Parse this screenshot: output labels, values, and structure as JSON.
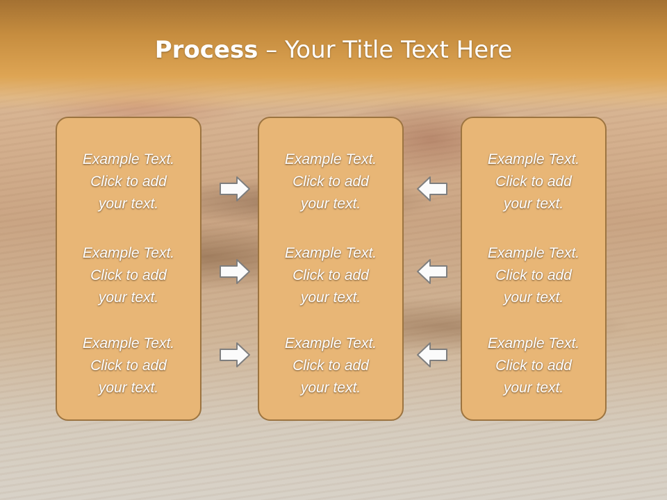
{
  "title": {
    "bold": "Process",
    "rest": " – Your Title Text Here"
  },
  "columns": [
    {
      "items": [
        [
          "Example Text.",
          "Click  to add",
          "your text."
        ],
        [
          "Example Text.",
          "Click  to add",
          "your text."
        ],
        [
          "Example Text.",
          "Click  to add",
          "your text."
        ]
      ]
    },
    {
      "items": [
        [
          "Example Text.",
          "Click  to add",
          "your text."
        ],
        [
          "Example Text.",
          "Click  to add",
          "your text."
        ],
        [
          "Example Text.",
          "Click  to add",
          "your text."
        ]
      ]
    },
    {
      "items": [
        [
          "Example Text.",
          "Click  to add",
          "your text."
        ],
        [
          "Example Text.",
          "Click  to add",
          "your text."
        ],
        [
          "Example Text.",
          "Click  to add",
          "your text."
        ]
      ]
    }
  ],
  "arrows": {
    "left_group": "right-arrow-icon",
    "right_group": "left-arrow-icon"
  },
  "colors": {
    "header": "#d89a48",
    "box_fill": "#e8b676",
    "box_border": "#9c7440",
    "text": "#ffffff"
  }
}
